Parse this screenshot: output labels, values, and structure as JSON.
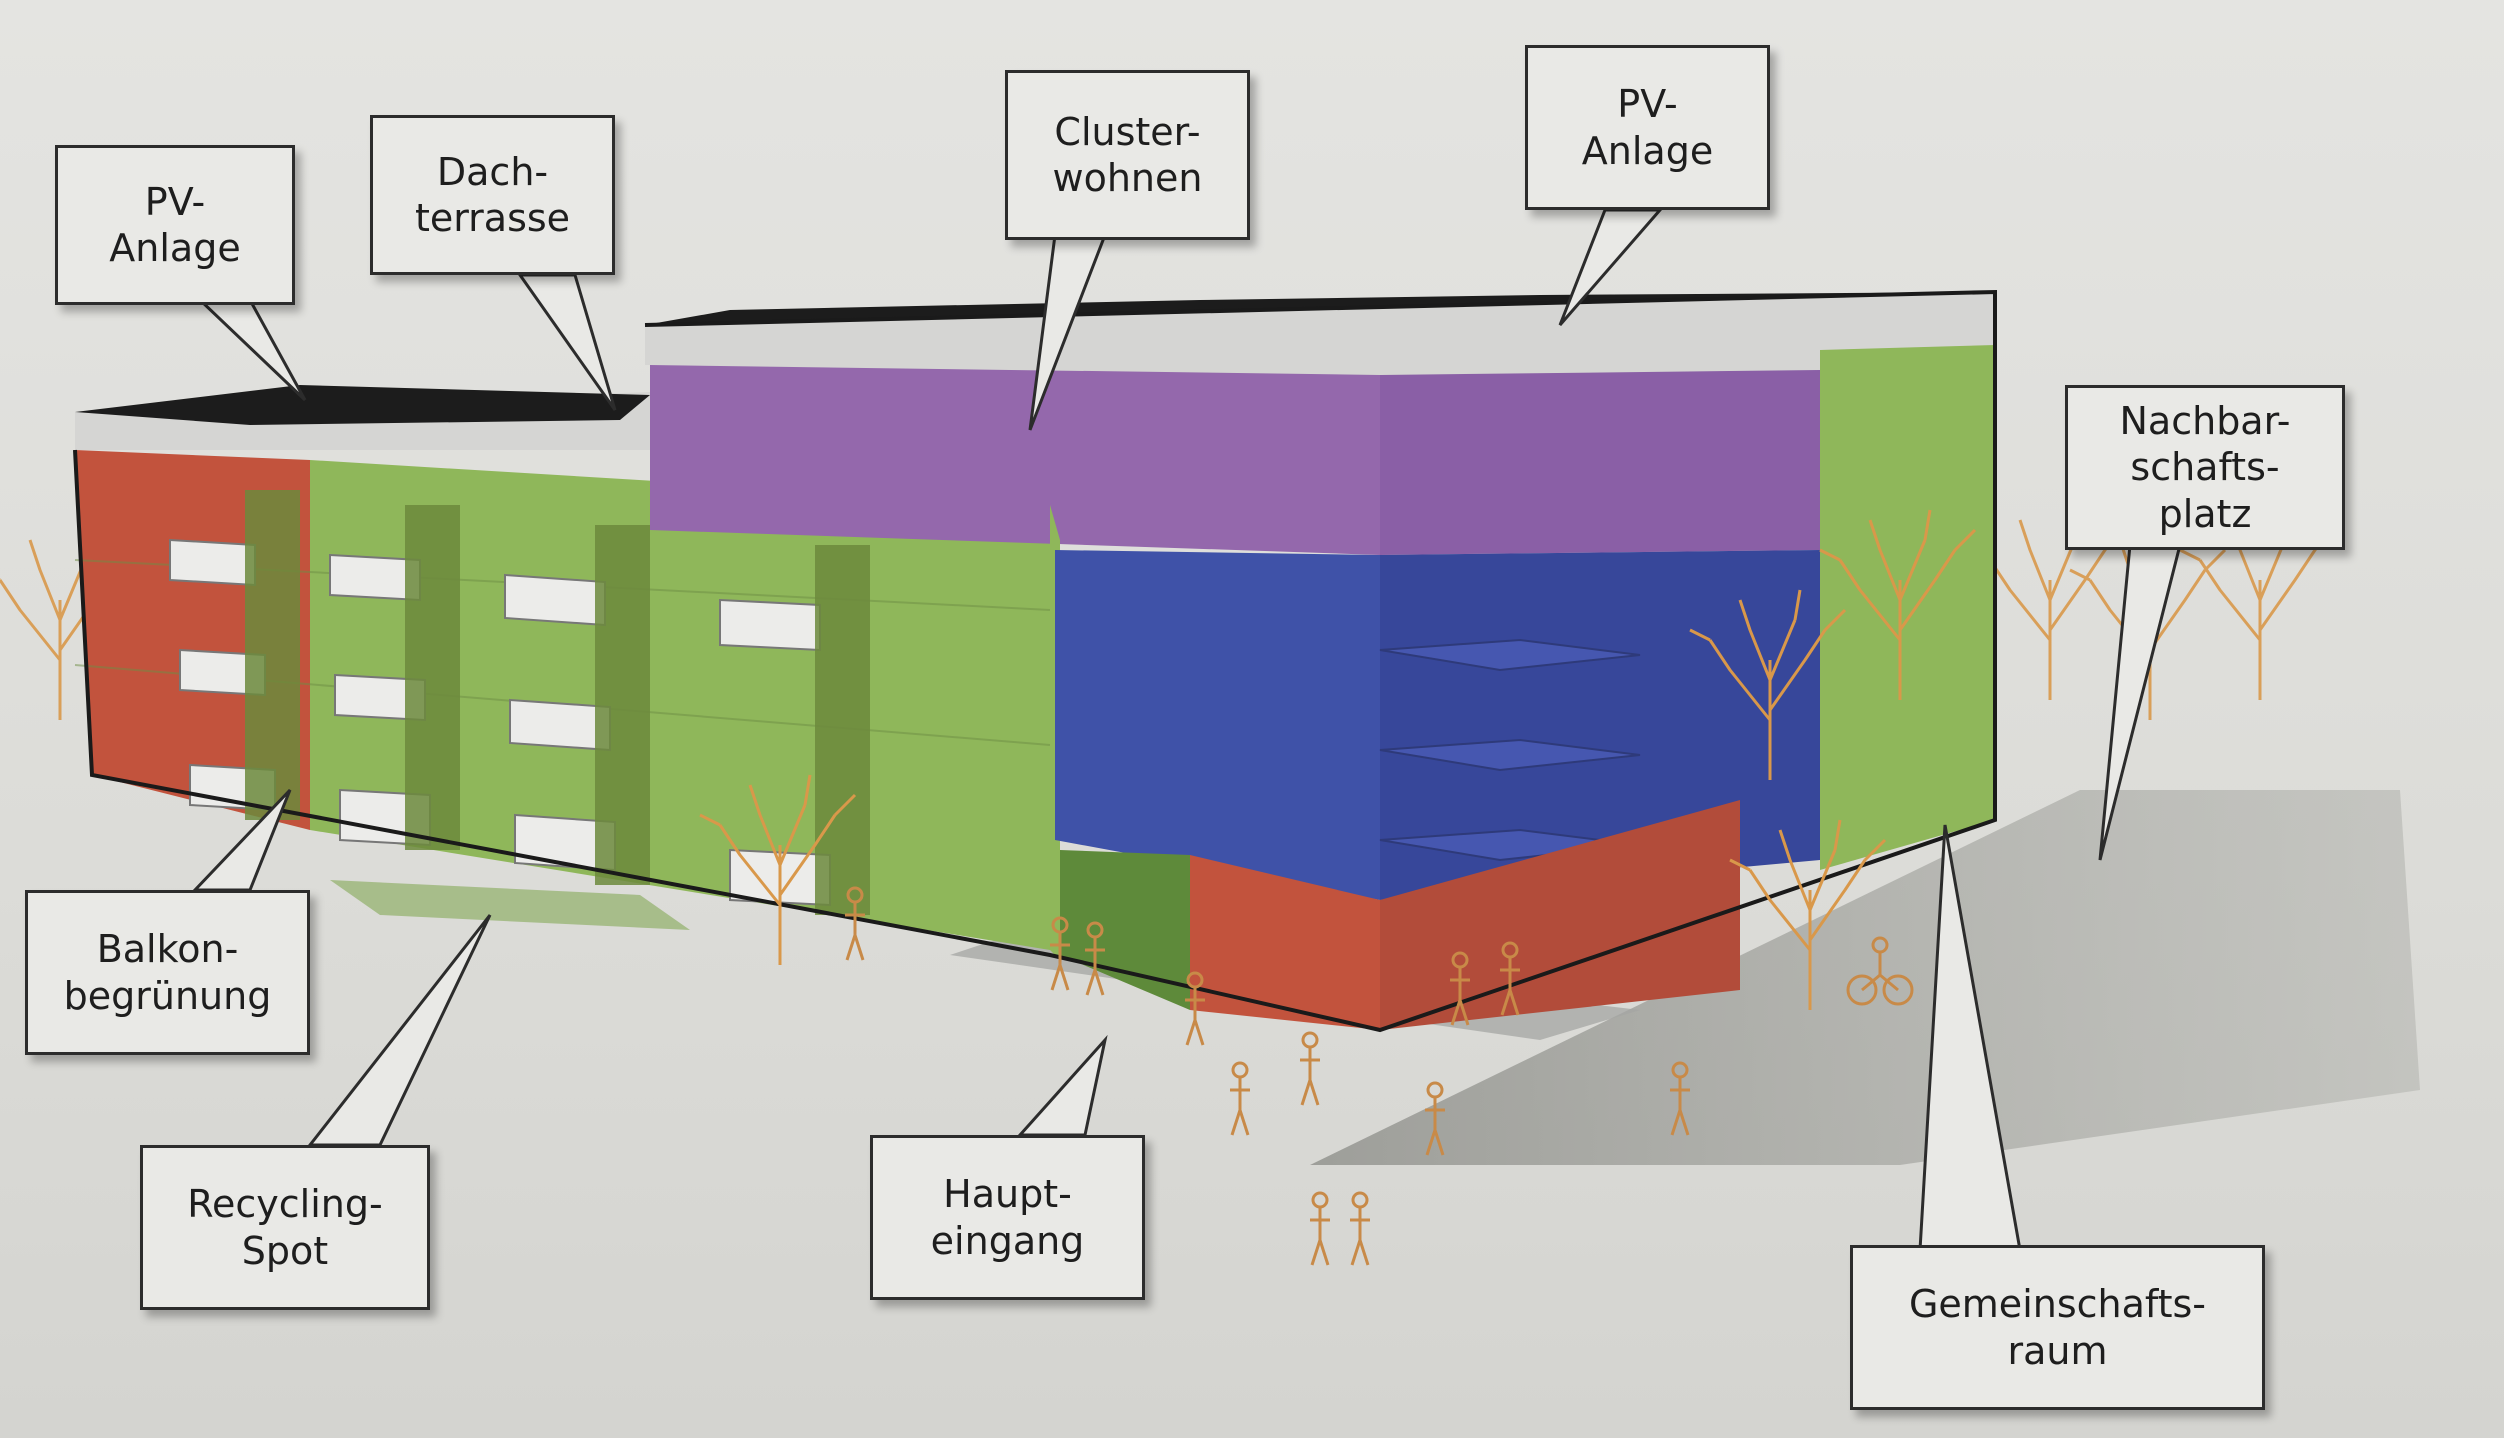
{
  "colors": {
    "roof": "#1c1c1c",
    "parapet": "#d5d5d3",
    "red": "#c2533d",
    "green": "#8fb75a",
    "purple": "#9468ac",
    "blue": "#3f52a8",
    "tree": "#d9984a",
    "ground_shadow": "#a9aaa5",
    "label_bg": "#e9e9e6",
    "label_border": "#2c2c2c"
  },
  "labels": {
    "pv_left": "PV-\nAnlage",
    "dachterrasse": "Dach-\nterrasse",
    "clusterwohnen": "Cluster-\nwohnen",
    "pv_right": "PV-\nAnlage",
    "nachbarschaftsplatz": "Nachbar-\nschafts-\nplatz",
    "balkonbegruenung": "Balkon-\nbegrünung",
    "recycling_spot": "Recycling-\nSpot",
    "haupteingang": "Haupt-\neingang",
    "gemeinschaftsraum": "Gemeinschafts-\nraum"
  }
}
